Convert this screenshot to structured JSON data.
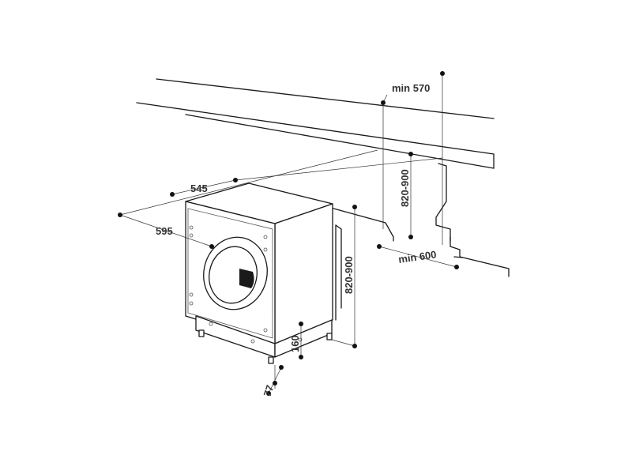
{
  "dimensions": {
    "cabinet_width": "545",
    "appliance_width": "595",
    "cabinet_height": "820-900",
    "niche_height": "820-900",
    "min_depth": "min 570",
    "min_width": "min 600",
    "feet_height": "160",
    "feet_offset": "77"
  },
  "colors": {
    "line": "#1a1a1a",
    "label": "#333333",
    "background": "#ffffff"
  }
}
